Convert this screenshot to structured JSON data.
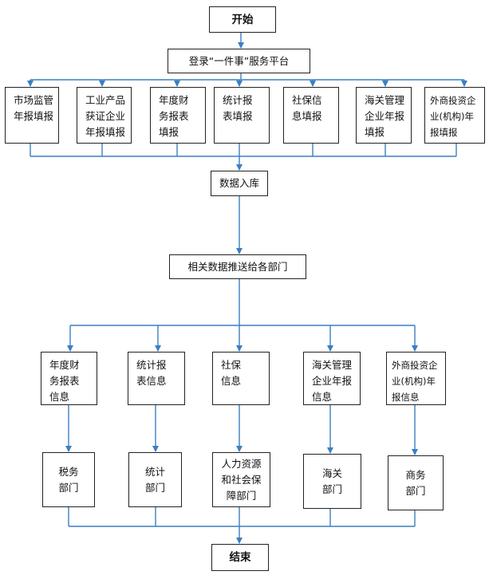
{
  "start": "开始",
  "platform": "登录“一件事”服务平台",
  "filing_boxes": [
    "市场监管\n年报填报",
    "工业产品\n获证企业\n年报填报",
    "年度财\n务报表\n填报",
    "统计报\n表填报",
    "社保信\n息填报",
    "海关管理\n企业年报\n填报",
    "外商投资企\n业(机构)年\n报填报"
  ],
  "data_entry": "数据入库",
  "push_to_departments": "相关数据推送给各部门",
  "info_boxes": [
    "年度财\n务报表\n信息",
    "统计报\n表信息",
    "社保\n信息",
    "海关管理\n企业年报\n信息",
    "外商投资企\n业(机构)年\n报信息"
  ],
  "department_boxes": [
    "税务\n部门",
    "统计\n部门",
    "人力资源\n和社会保\n障部门",
    "海关\n部门",
    "商务\n部门"
  ],
  "end": "结束",
  "line_color": "#3a7fc2"
}
